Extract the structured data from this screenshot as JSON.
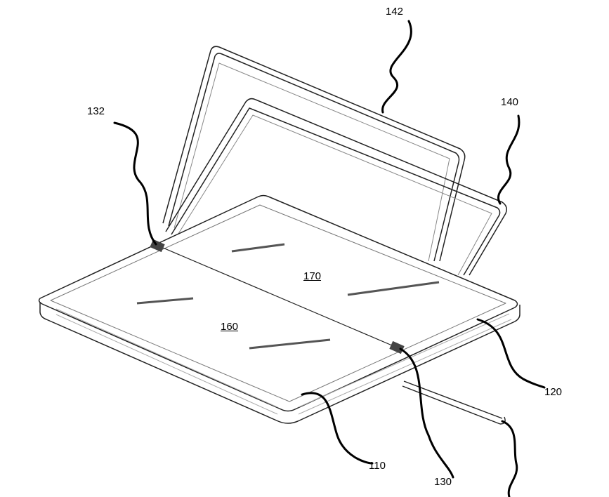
{
  "figure": {
    "labels": {
      "l142": "142",
      "l140": "140",
      "l132": "132",
      "l170": "170",
      "l160": "160",
      "l120": "120",
      "l110": "110",
      "l130": "130"
    }
  }
}
